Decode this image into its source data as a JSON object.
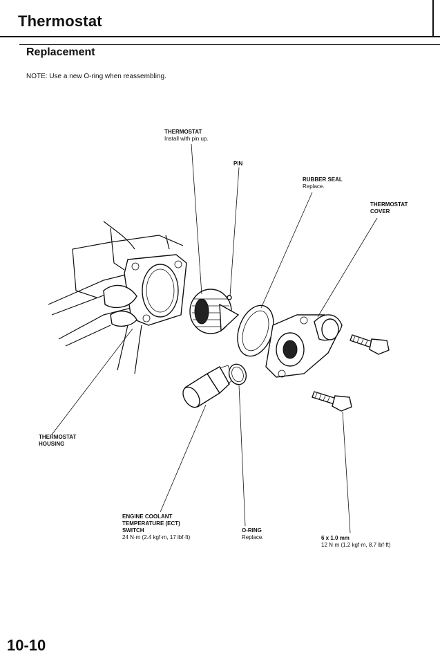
{
  "header": {
    "title": "Thermostat"
  },
  "section": {
    "title": "Replacement"
  },
  "note": "NOTE:  Use a new O-ring when reassembling.",
  "labels": {
    "thermostat": {
      "name": "THERMOSTAT",
      "desc": "Install with pin up."
    },
    "pin": {
      "name": "PIN"
    },
    "rubber_seal": {
      "name": "RUBBER SEAL",
      "desc": "Replace."
    },
    "cover": {
      "name_line1": "THERMOSTAT",
      "name_line2": "COVER"
    },
    "housing": {
      "name_line1": "THERMOSTAT",
      "name_line2": "HOUSING"
    },
    "ect": {
      "line1": "ENGINE COOLANT",
      "line2": "TEMPERATURE (ECT)",
      "line3": "SWITCH",
      "torque": "24 N·m (2.4 kgf·m, 17 lbf·ft)"
    },
    "oring": {
      "name": "O-RING",
      "desc": "Replace."
    },
    "bolt": {
      "size": "6 x 1.0 mm",
      "torque": "12 N·m (1.2 kgf·m, 8.7 lbf·ft)"
    }
  },
  "footer": {
    "page_number": "10-10"
  }
}
